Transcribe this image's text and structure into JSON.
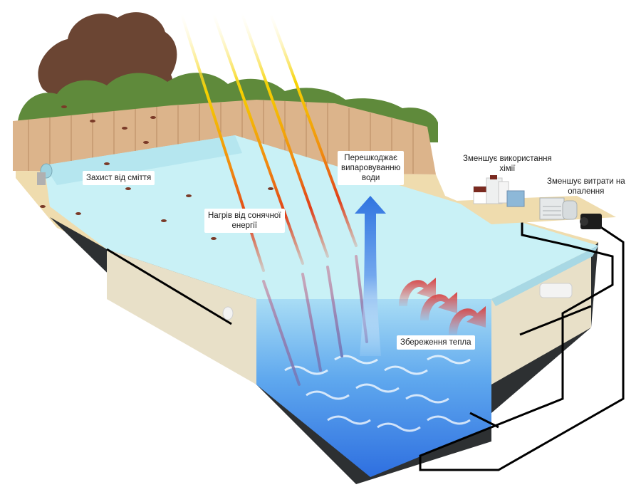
{
  "labels": {
    "debris": "Захист від сміття",
    "solar_heating": [
      "Нагрів від сонячної",
      "енергії"
    ],
    "evaporation": [
      "Перешкоджає",
      "випаровуванню",
      "води"
    ],
    "heat_retention": "Збереження тепла",
    "chemicals": [
      "Зменшує використання",
      "хімії"
    ],
    "heating_costs": [
      "Зменшує витрати на",
      "опалення"
    ]
  },
  "colors": {
    "water_surface": "#c9f1f6",
    "water_deep": "#3b7fe6",
    "fence": "#dcb48b",
    "hedge": "#5f8a3b",
    "tree": "#6b4533",
    "deck": "#efdcae",
    "wall": "#e8e0c8",
    "sun_ray": "#f5c200",
    "heat_arrow": "#d85050",
    "vapor_arrow": "#2f74e0"
  },
  "icons": [
    "pool-cover-reel-icon",
    "chemical-bottles-icon",
    "heater-icon",
    "pump-icon",
    "skimmer-icon",
    "return-jet-icon"
  ]
}
